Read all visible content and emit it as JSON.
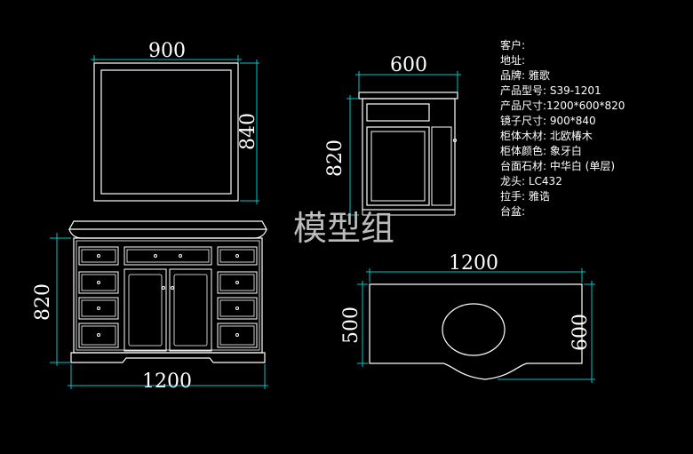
{
  "dimensions": {
    "mirror_width": "900",
    "mirror_height": "840",
    "side_depth": "600",
    "side_height": "820",
    "front_height": "820",
    "front_width": "1200",
    "top_width": "1200",
    "top_depth_inner": "500",
    "top_depth_outer": "600"
  },
  "watermark": "模型组",
  "specs": [
    "客户:",
    "地址:",
    "品牌: 雅歌",
    "产品型号: S39-1201",
    "产品尺寸:1200*600*820",
    "镜子尺寸: 900*840",
    "柜体木材: 北欧椿木",
    "柜体颜色: 象牙白",
    "台面石材: 中华白 (单层)",
    "龙头: LC432",
    "拉手: 雅诰",
    "台盆:"
  ],
  "colors": {
    "background": "#000000",
    "outline": "#ffffff",
    "dimension": "#00c8c8",
    "text": "#ffffff"
  }
}
